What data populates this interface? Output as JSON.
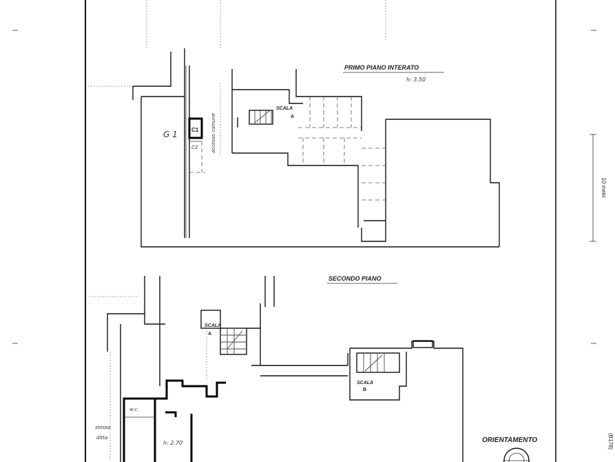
{
  "plan": {
    "floor1": {
      "title": "PRIMO PIANO INTERATO",
      "height": "h: 3.50"
    },
    "floor2": {
      "title": "SECONDO PIANO"
    },
    "rooms": {
      "g1": "G 1",
      "c1": "C1",
      "c2": "C2",
      "accesso": "accesso comune",
      "scala_a": "SCALA",
      "scala_a_letter": "A",
      "scala_a2": "SCALA",
      "scala_a2_letter": "A",
      "scala_b": "SCALA",
      "scala_b_letter": "B",
      "wc": "w.c.",
      "stessa": "stessa",
      "ditta": "ditta",
      "h270": "h: 2.70"
    },
    "scale_bar": "10 metri",
    "orientation": "ORIENTAMENTO",
    "corner_code": "(B178)"
  }
}
